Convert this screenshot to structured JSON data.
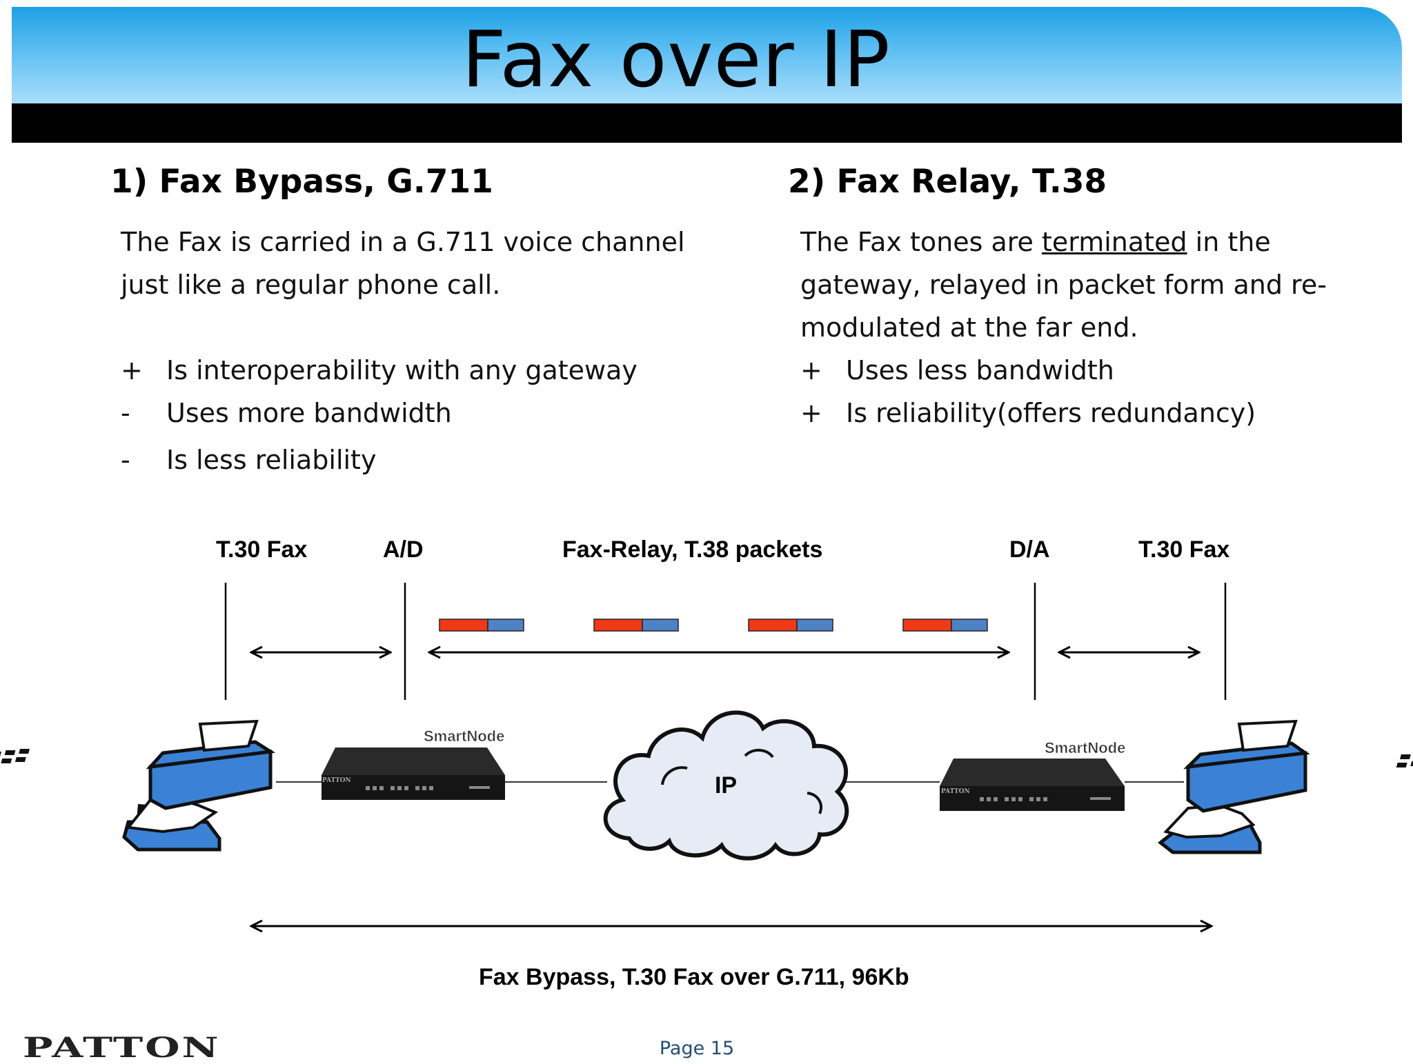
{
  "title": "Fax over IP",
  "left": {
    "heading": "1) Fax Bypass, G.711",
    "description_lines": [
      "The Fax is carried in a G.711 voice channel",
      "just like a regular phone call."
    ],
    "bullets": [
      {
        "symbol": "+",
        "text": "Is interoperability with any gateway"
      },
      {
        "symbol": "-",
        "text": "Uses more bandwidth"
      },
      {
        "symbol": "-",
        "text": "Is less reliability"
      }
    ]
  },
  "right": {
    "heading": "2) Fax Relay, T.38",
    "line1_before": "The Fax tones are ",
    "line1_underlined": "terminated",
    "line1_after": " in the",
    "line2": "gateway, relayed in packet form and re-",
    "line3": "modulated at the far end.",
    "bullets": [
      {
        "symbol": "+",
        "text": "Uses less bandwidth"
      },
      {
        "symbol": "+",
        "text": "Is reliability(offers redundancy)"
      }
    ]
  },
  "diagram": {
    "label_left_fax": "T.30 Fax",
    "label_ad": "A/D",
    "label_relay": "Fax-Relay, T.38 packets",
    "label_da": "D/A",
    "label_right_fax": "T.30 Fax",
    "cloud_label": "IP",
    "device_brand": "SmartNode",
    "device_front_logo": "PATTON",
    "bypass_caption": "Fax Bypass,  T.30 Fax over G.711, 96Kb",
    "packet_count": 4,
    "colors": {
      "packet_header": "#f03a17",
      "packet_payload": "#4f81c7",
      "fax_blue": "#3b82d6",
      "cloud_fill": "#e6ebf5",
      "device_body": "#1c1c1c"
    }
  },
  "footer": {
    "page": "Page 15",
    "logo": "PATTON"
  }
}
